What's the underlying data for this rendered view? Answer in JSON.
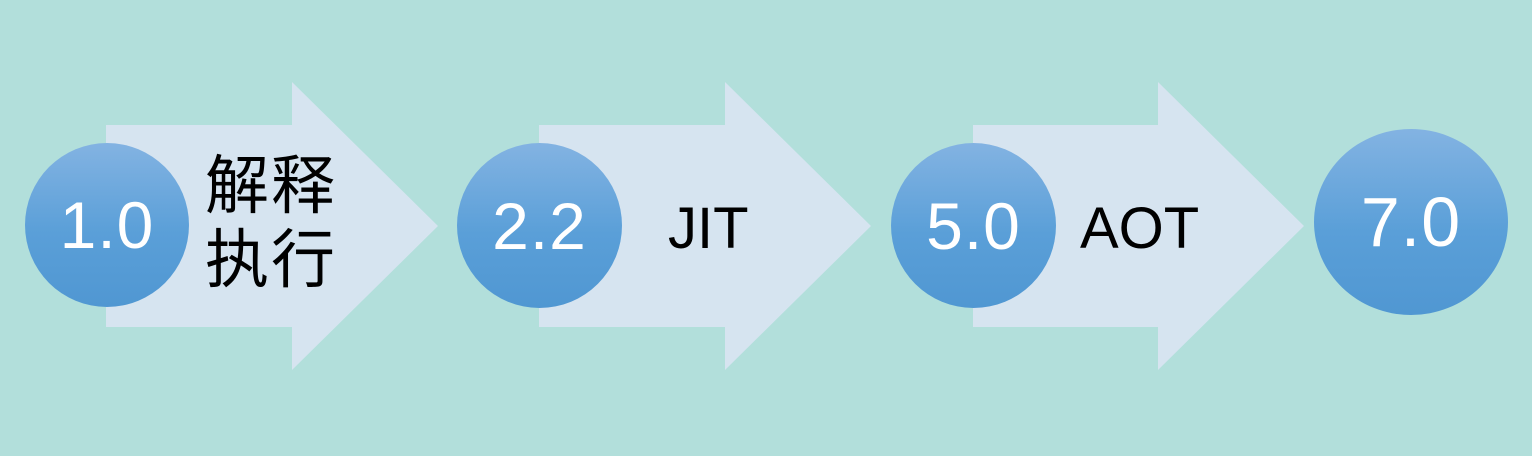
{
  "stages": [
    {
      "version": "1.0"
    },
    {
      "version": "2.2"
    },
    {
      "version": "5.0"
    },
    {
      "version": "7.0"
    }
  ],
  "transitions": [
    {
      "label": "解释执行",
      "line1": "解释",
      "line2": "执行"
    },
    {
      "label": "JIT"
    },
    {
      "label": "AOT"
    }
  ],
  "colors": {
    "background": "#b2dfdb",
    "arrow": "#d6e4f0",
    "circle": "#5a9fd8",
    "circle_text": "#ffffff",
    "label_text": "#000000"
  }
}
